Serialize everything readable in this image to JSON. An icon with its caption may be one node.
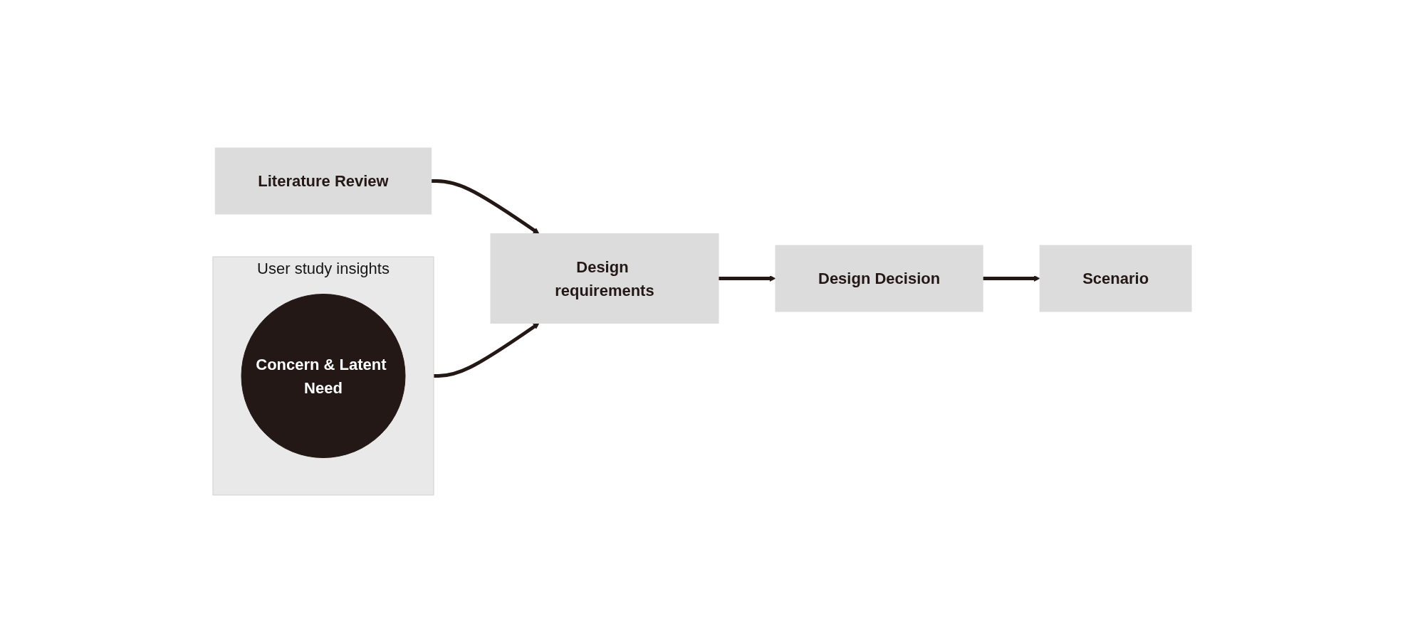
{
  "diagram": {
    "nodes": [
      {
        "text": [
          "User study insights"
        ]
      },
      {
        "text": [
          "Concern & Latent Need"
        ],
        "in": 0
      },
      {
        "text": [
          "Literature Review"
        ]
      },
      {
        "text": [
          "Design requirements"
        ]
      },
      {
        "text": [
          "Design Decision"
        ]
      },
      {
        "text": [
          "Scenario"
        ]
      }
    ],
    "edges": [
      {
        "from": 0,
        "to": 3,
        "arrow": "to"
      },
      {
        "from": 2,
        "to": 3,
        "arrow": "to"
      },
      {
        "from": 3,
        "to": 4,
        "arrow": "to"
      },
      {
        "from": 4,
        "to": 5,
        "arrow": "to"
      }
    ]
  }
}
